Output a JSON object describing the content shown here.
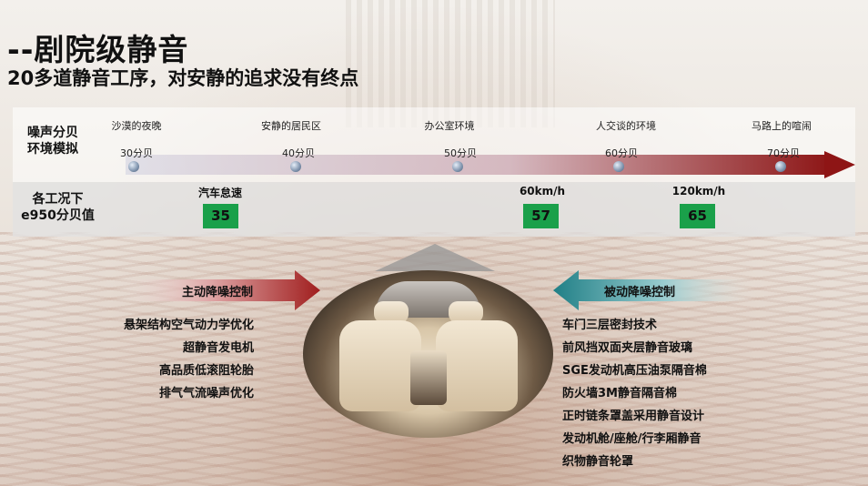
{
  "title": "--剧院级静音",
  "subtitle": "20多道静音工序，对安静的追求没有终点",
  "row_labels": {
    "noise": [
      "噪声分贝",
      "环境模拟"
    ],
    "condition": [
      "各工况下",
      "e950分贝值"
    ]
  },
  "environments": [
    {
      "name": "沙漠的夜晚",
      "db": "30分贝"
    },
    {
      "name": "安静的居民区",
      "db": "40分贝"
    },
    {
      "name": "办公室环境",
      "db": "50分贝"
    },
    {
      "name": "人交谈的环境",
      "db": "60分贝"
    },
    {
      "name": "马路上的喧闹",
      "db": "70分贝"
    }
  ],
  "conditions": [
    {
      "label": "汽车怠速",
      "value": "35"
    },
    {
      "label": "60km/h",
      "value": "57"
    },
    {
      "label": "120km/h",
      "value": "65"
    }
  ],
  "active_control": {
    "label": "主动降噪控制",
    "items": [
      "悬架结构空气动力学优化",
      "超静音发电机",
      "高品质低滚阻轮胎",
      "排气气流噪声优化"
    ]
  },
  "passive_control": {
    "label": "被动降噪控制",
    "items": [
      "车门三层密封技术",
      "前风挡双面夹层静音玻璃",
      "SGE发动机高压油泵隔音棉",
      "防火墙3M静音隔音棉",
      "正时链条罩盖采用静音设计",
      "发动机舱/座舱/行李厢静音",
      "织物静音轮罩"
    ]
  },
  "colors": {
    "timeline_end": "#8e1818",
    "badge": "#1aa04a",
    "active_arrow": "#a01e1e",
    "passive_arrow": "#1f7f86"
  }
}
